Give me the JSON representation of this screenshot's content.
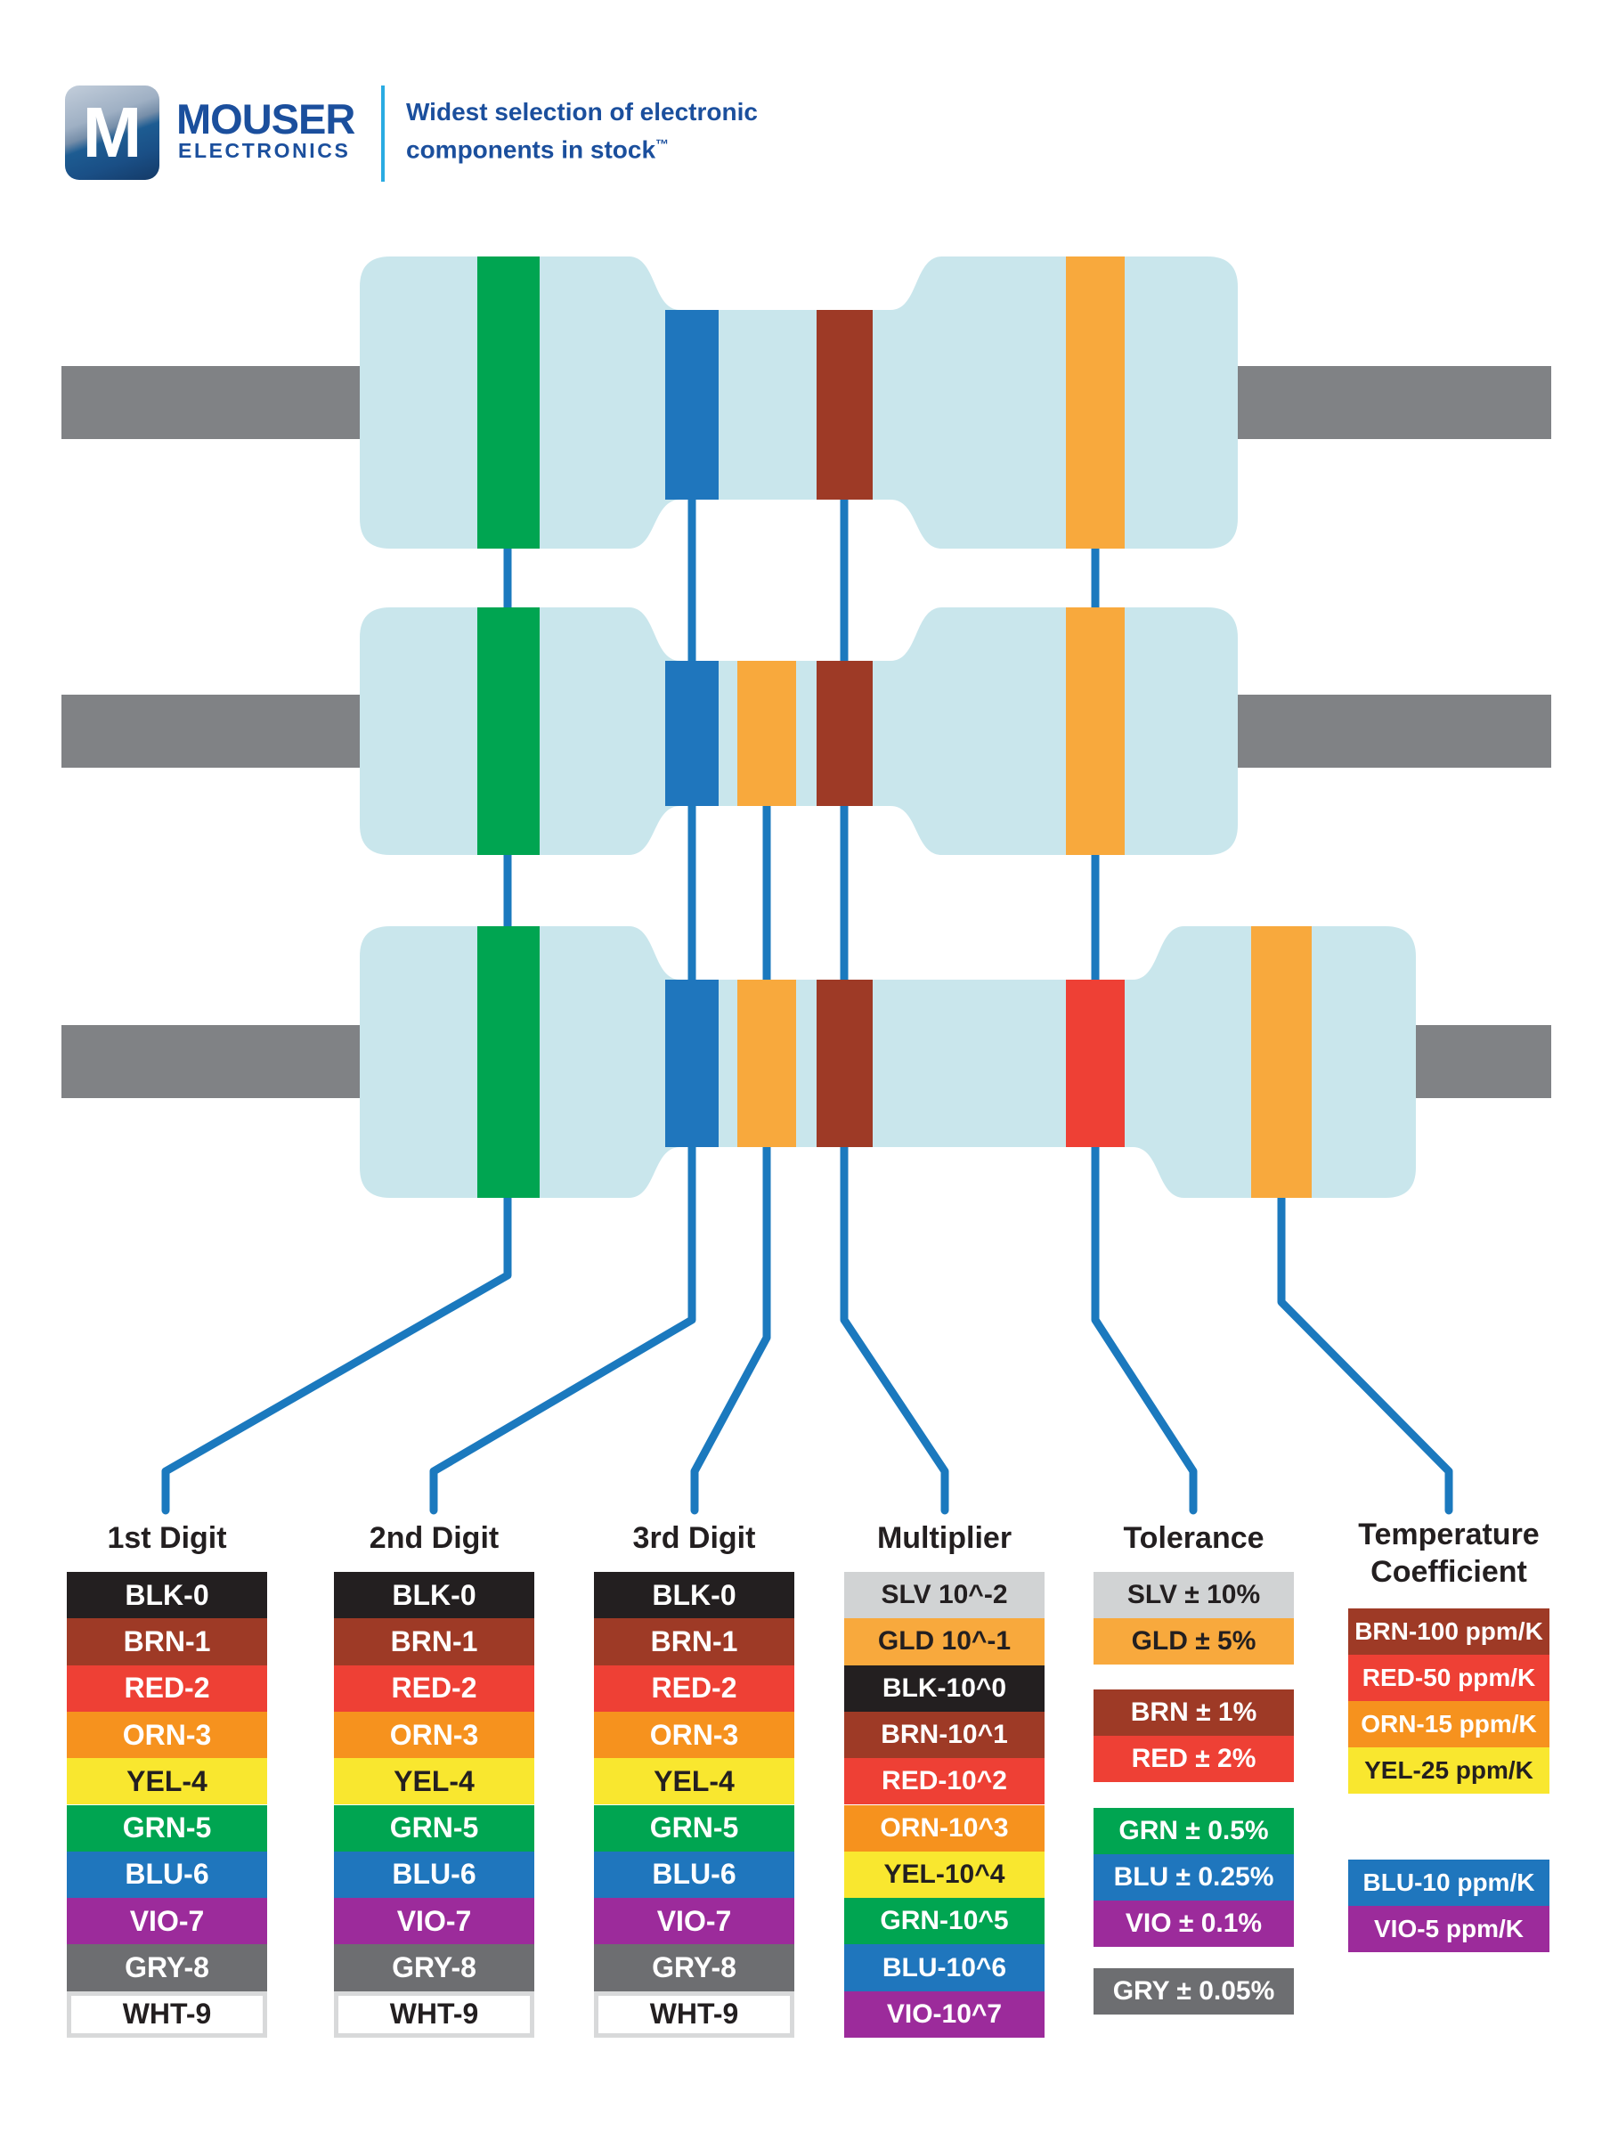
{
  "header": {
    "logo_letter": "M",
    "brand": "MOUSER",
    "brand_sub": "ELECTRONICS",
    "tagline_line1": "Widest selection of electronic",
    "tagline_line2": "components in stock",
    "trademark": "™"
  },
  "palette": {
    "black": "#231f20",
    "brown": "#9e3a26",
    "red": "#ee4035",
    "orange": "#f6921e",
    "yellow": "#f9e72f",
    "green": "#00a551",
    "blue": "#1f76bd",
    "violet": "#9c2b9b",
    "gray": "#6d6e71",
    "white": "#ffffff",
    "silver": "#d1d3d4",
    "gold": "#f8a93d",
    "white_row_border": "#d8d9da",
    "resistor_body": "#c9e6ec",
    "lead_gray": "#808285",
    "leader_line_blue": "#1b79be",
    "brand_blue": "#1b4f9d",
    "divider_blue": "#2aabe2",
    "header_text": "#231f20"
  },
  "resistors": [
    {
      "name": "4-band resistor",
      "bands": [
        "green",
        "blue",
        "brown",
        "gold"
      ]
    },
    {
      "name": "5-band resistor",
      "bands": [
        "green",
        "blue",
        "gold",
        "brown",
        "gold"
      ]
    },
    {
      "name": "6-band resistor",
      "bands": [
        "green",
        "blue",
        "gold",
        "brown",
        "red",
        "gold"
      ]
    }
  ],
  "columns": {
    "digit_labels": [
      "1st Digit",
      "2nd Digit",
      "3rd Digit"
    ],
    "digit_rows": [
      {
        "label": "BLK-0",
        "color": "black"
      },
      {
        "label": "BRN-1",
        "color": "brown"
      },
      {
        "label": "RED-2",
        "color": "red"
      },
      {
        "label": "ORN-3",
        "color": "orange"
      },
      {
        "label": "YEL-4",
        "color": "yellow"
      },
      {
        "label": "GRN-5",
        "color": "green"
      },
      {
        "label": "BLU-6",
        "color": "blue"
      },
      {
        "label": "VIO-7",
        "color": "violet"
      },
      {
        "label": "GRY-8",
        "color": "gray"
      },
      {
        "label": "WHT-9",
        "color": "white"
      }
    ],
    "multiplier": {
      "label": "Multiplier",
      "rows": [
        {
          "label": "SLV 10^-2",
          "color": "silver"
        },
        {
          "label": "GLD 10^-1",
          "color": "gold"
        },
        {
          "label": "BLK-10^0",
          "color": "black"
        },
        {
          "label": "BRN-10^1",
          "color": "brown"
        },
        {
          "label": "RED-10^2",
          "color": "red"
        },
        {
          "label": "ORN-10^3",
          "color": "orange"
        },
        {
          "label": "YEL-10^4",
          "color": "yellow"
        },
        {
          "label": "GRN-10^5",
          "color": "green"
        },
        {
          "label": "BLU-10^6",
          "color": "blue"
        },
        {
          "label": "VIO-10^7",
          "color": "violet"
        }
      ]
    },
    "tolerance": {
      "label": "Tolerance",
      "groups": [
        [
          {
            "label": "SLV ± 10%",
            "color": "silver"
          },
          {
            "label": "GLD ± 5%",
            "color": "gold"
          }
        ],
        [
          {
            "label": "BRN ± 1%",
            "color": "brown"
          },
          {
            "label": "RED ± 2%",
            "color": "red"
          }
        ],
        [
          {
            "label": "GRN ± 0.5%",
            "color": "green"
          },
          {
            "label": "BLU ± 0.25%",
            "color": "blue"
          },
          {
            "label": "VIO ± 0.1%",
            "color": "violet"
          }
        ],
        [
          {
            "label": "GRY ± 0.05%",
            "color": "gray"
          }
        ]
      ]
    },
    "tempco": {
      "label_line1": "Temperature",
      "label_line2": "Coefficient",
      "groups": [
        [
          {
            "label": "BRN-100 ppm/K",
            "color": "brown"
          },
          {
            "label": "RED-50 ppm/K",
            "color": "red"
          },
          {
            "label": "ORN-15 ppm/K",
            "color": "orange"
          },
          {
            "label": "YEL-25 ppm/K",
            "color": "yellow"
          }
        ],
        [
          {
            "label": "BLU-10 ppm/K",
            "color": "blue"
          },
          {
            "label": "VIO-5 ppm/K",
            "color": "violet"
          }
        ]
      ]
    }
  }
}
